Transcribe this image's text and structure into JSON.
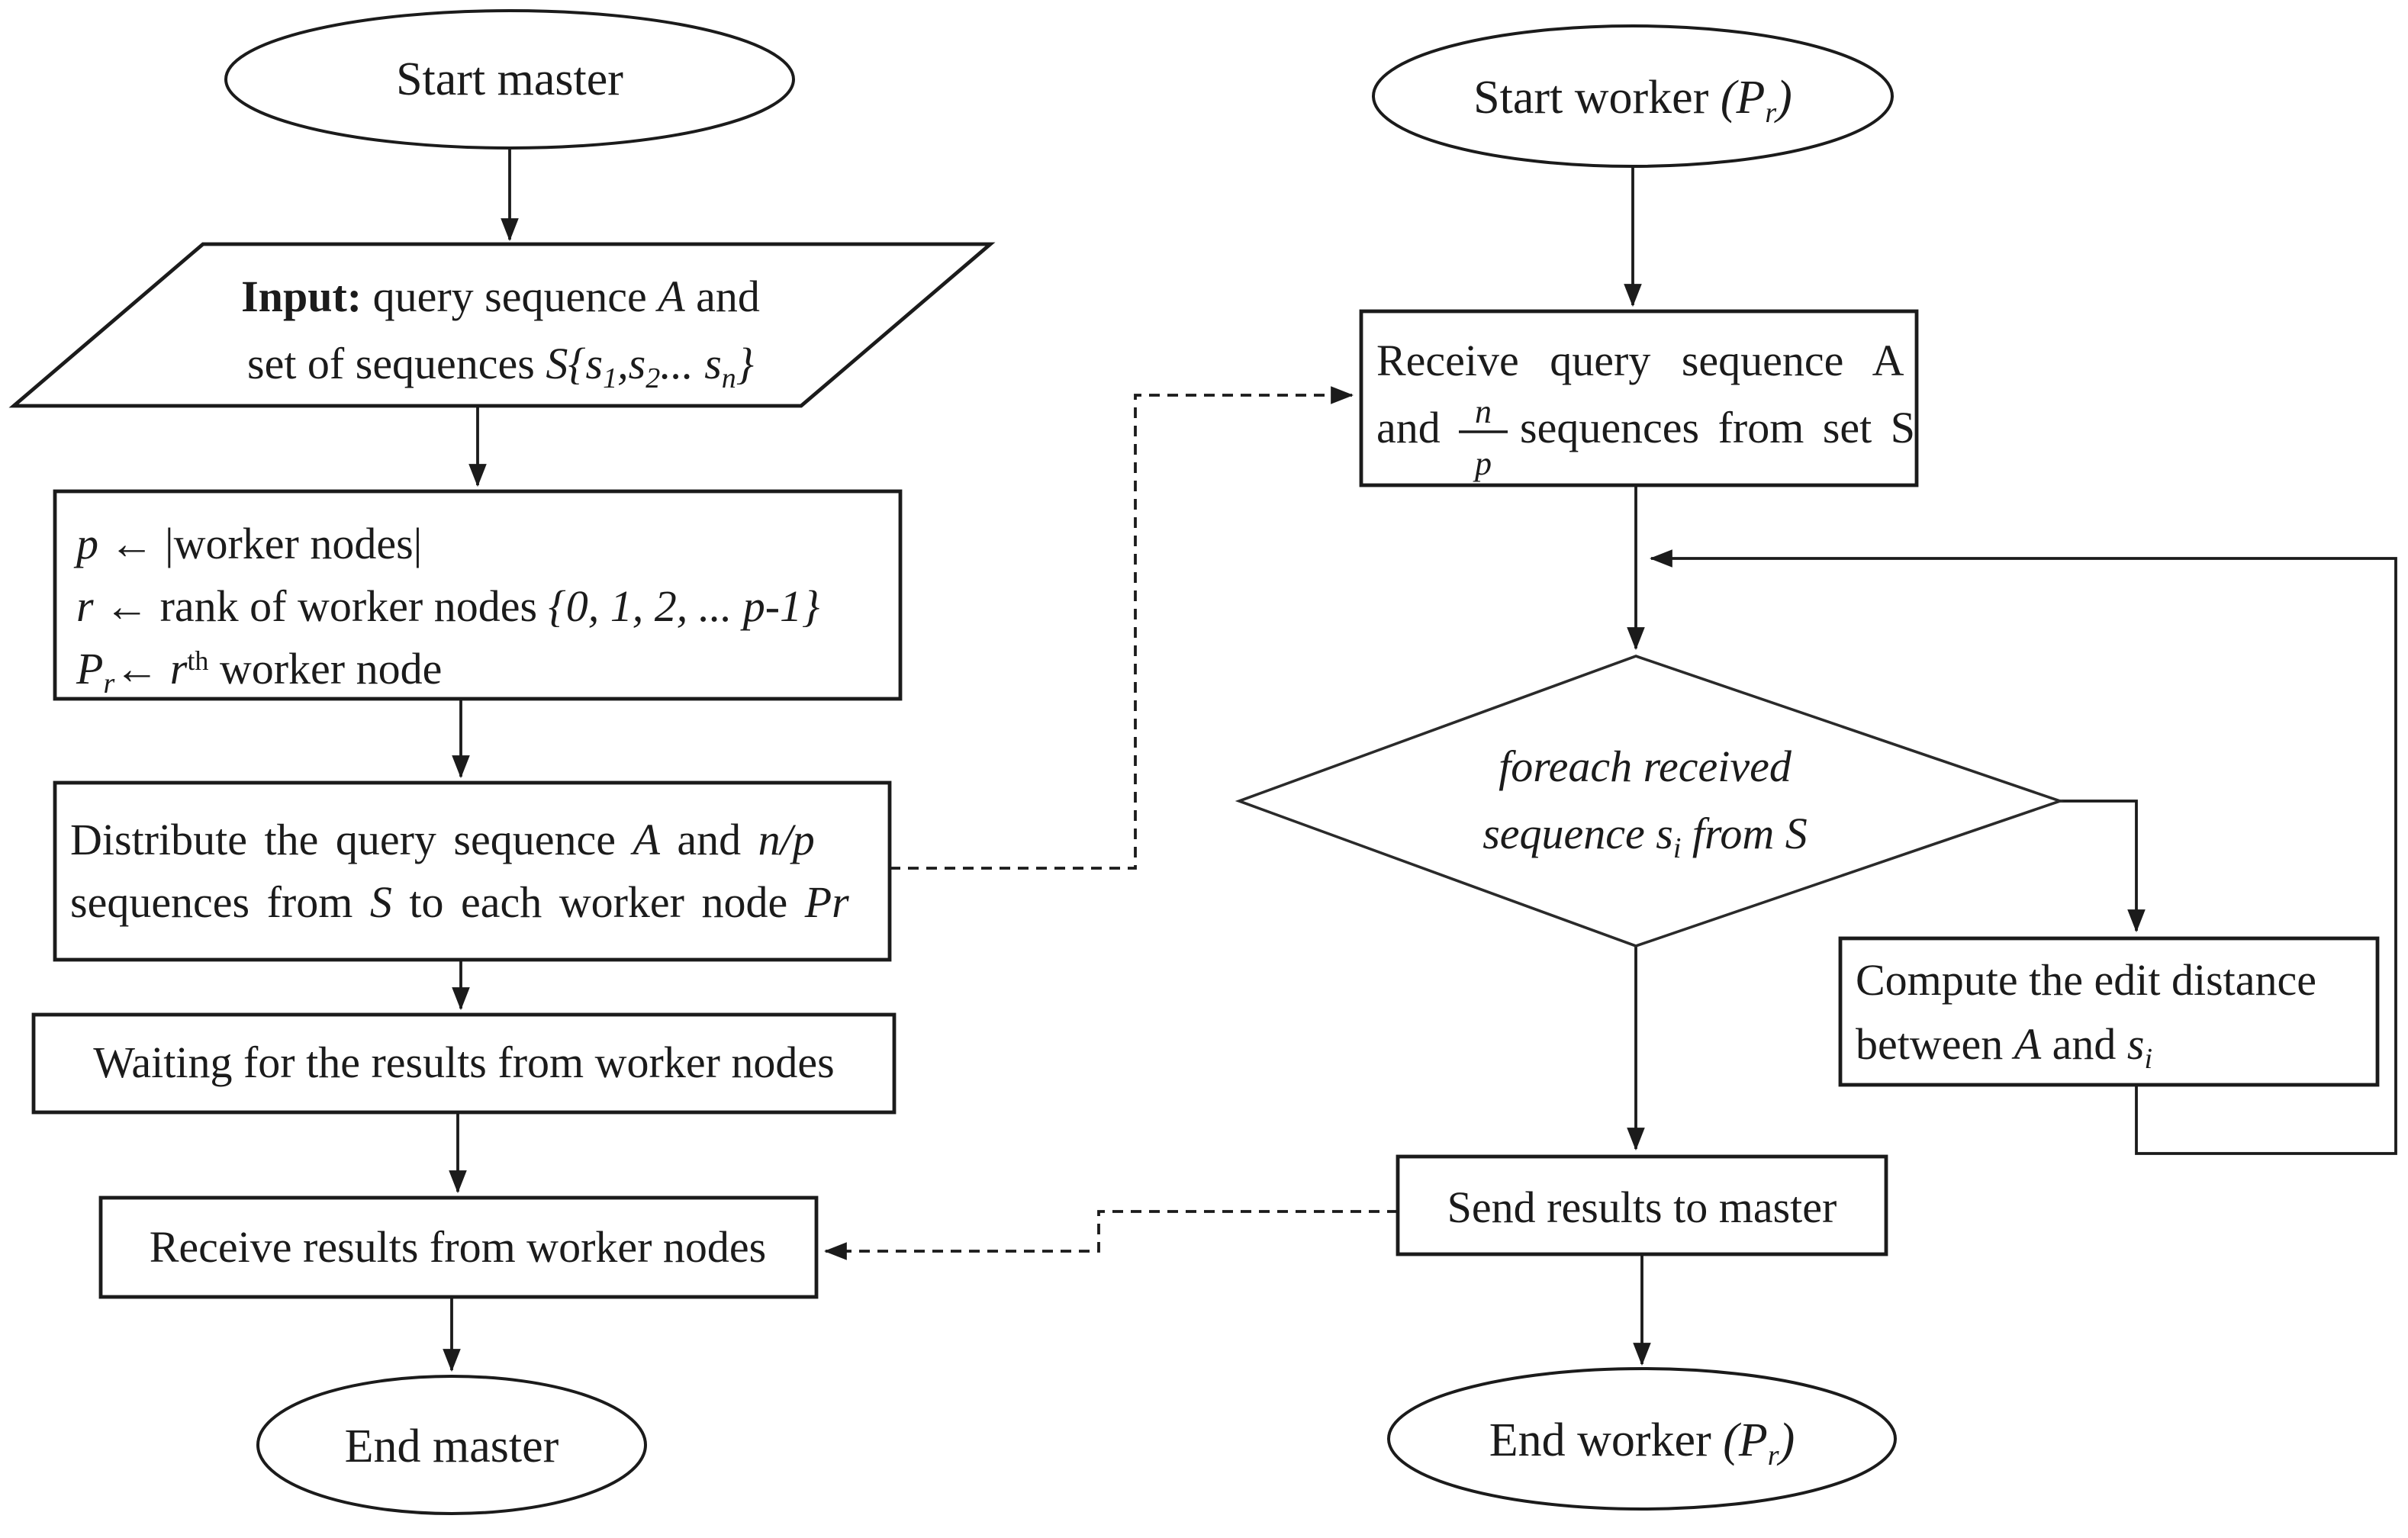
{
  "master": {
    "start_label": "Start master",
    "input_box": {
      "bold": "Input:",
      "l1a": " query sequence ",
      "l1_A": "A",
      "l1b": " and",
      "l2a": "set of sequences ",
      "l2b": "S{s",
      "l2_sub1": "1",
      "l2c": ",s",
      "l2_sub2": "2",
      "l2d": "... s",
      "l2_subn": "n",
      "l2e": "}"
    },
    "init_box": {
      "l1_var": "p",
      "l1_rest": " ← |worker nodes|",
      "l2_var": "r",
      "l2_rest": " ← rank of worker nodes ",
      "l2_set": "{0, 1, 2, ... p-1}",
      "l3_var": "P",
      "l3_sub": "r",
      "l3_arrow": "← ",
      "l3_r": "r",
      "l3_sup": "th",
      "l3_rest": " worker node"
    },
    "distribute_box": {
      "l1a": "Distribute the query sequence ",
      "l1_A": "A",
      "l1b": " and ",
      "l1_np": "n/p",
      "l2a": "sequences from ",
      "l2_S": "S",
      "l2b": " to each worker node ",
      "l2_Pr": "Pr"
    },
    "waiting_box_label": "Waiting for the results from worker nodes",
    "receive_box_label": "Receive results from worker nodes",
    "end_label": "End master"
  },
  "worker": {
    "start_prefix": "Start worker ",
    "start_paren": "(P",
    "start_sub": "r",
    "start_close": ")",
    "receive_box": {
      "line1": "Receive query sequence A",
      "l2_and": "and",
      "frac_num": "n",
      "frac_den": "p",
      "l2_rest": "sequences from set S"
    },
    "foreach_diamond": {
      "line1": "foreach received",
      "l2a": "sequence s",
      "l2_sub": "i",
      "l2b": " from S"
    },
    "compute_box": {
      "line1": "Compute the edit distance",
      "l2a": "between ",
      "l2_A": "A",
      "l2b": " and ",
      "l2_s": "s",
      "l2_sub": "i"
    },
    "send_box_label": "Send results to master",
    "end_prefix": "End worker ",
    "end_paren": "(P",
    "end_sub": "r",
    "end_close": ")"
  }
}
